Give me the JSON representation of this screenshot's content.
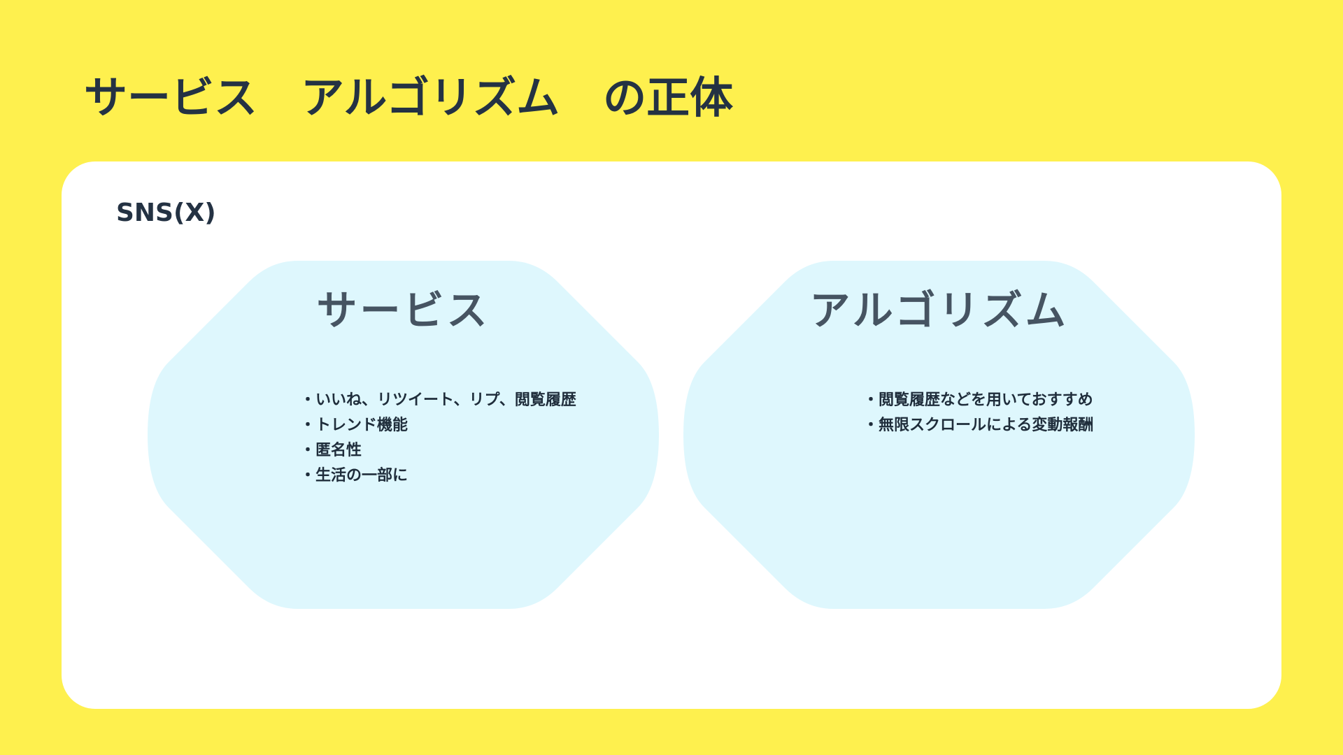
{
  "slide": {
    "title": "サービス　アルゴリズム　の正体",
    "card_label": "SNS(X)"
  },
  "panels": {
    "service": {
      "heading": "サービス",
      "items": [
        "いいね、リツイート、リプ、閲覧履歴",
        "トレンド機能",
        "匿名性",
        "生活の一部に"
      ]
    },
    "algorithm": {
      "heading": "アルゴリズム",
      "items": [
        "閲覧履歴などを用いておすすめ",
        "無限スクロールによる変動報酬"
      ]
    }
  },
  "colors": {
    "background": "#fef04e",
    "card": "#ffffff",
    "panel_fill": "#def7fd",
    "title_text": "#243243",
    "heading_text": "#465462"
  }
}
